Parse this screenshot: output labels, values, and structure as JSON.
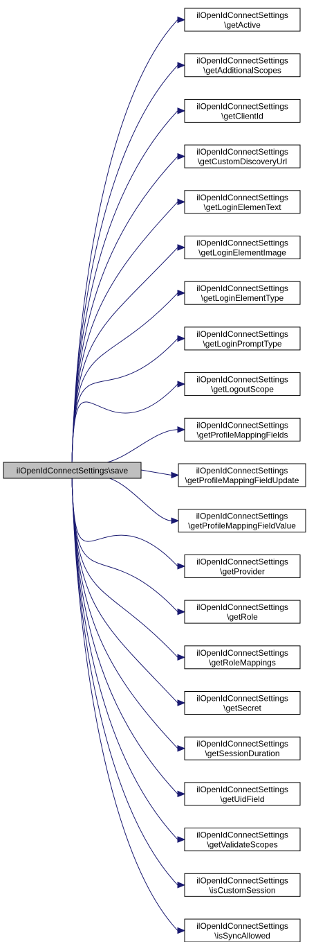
{
  "root": {
    "label": "ilOpenIdConnectSettings\\save"
  },
  "nodes": [
    {
      "id": "getActive",
      "line1": "ilOpenIdConnectSettings",
      "line2": "\\getActive"
    },
    {
      "id": "getAdditionalScopes",
      "line1": "ilOpenIdConnectSettings",
      "line2": "\\getAdditionalScopes"
    },
    {
      "id": "getClientId",
      "line1": "ilOpenIdConnectSettings",
      "line2": "\\getClientId"
    },
    {
      "id": "getCustomDiscoveryUrl",
      "line1": "ilOpenIdConnectSettings",
      "line2": "\\getCustomDiscoveryUrl"
    },
    {
      "id": "getLoginElemenText",
      "line1": "ilOpenIdConnectSettings",
      "line2": "\\getLoginElemenText"
    },
    {
      "id": "getLoginElementImage",
      "line1": "ilOpenIdConnectSettings",
      "line2": "\\getLoginElementImage"
    },
    {
      "id": "getLoginElementType",
      "line1": "ilOpenIdConnectSettings",
      "line2": "\\getLoginElementType"
    },
    {
      "id": "getLoginPromptType",
      "line1": "ilOpenIdConnectSettings",
      "line2": "\\getLoginPromptType"
    },
    {
      "id": "getLogoutScope",
      "line1": "ilOpenIdConnectSettings",
      "line2": "\\getLogoutScope"
    },
    {
      "id": "getProfileMappingFields",
      "line1": "ilOpenIdConnectSettings",
      "line2": "\\getProfileMappingFields"
    },
    {
      "id": "getProfileMappingFieldUpdate",
      "line1": "ilOpenIdConnectSettings",
      "line2": "\\getProfileMappingFieldUpdate"
    },
    {
      "id": "getProfileMappingFieldValue",
      "line1": "ilOpenIdConnectSettings",
      "line2": "\\getProfileMappingFieldValue"
    },
    {
      "id": "getProvider",
      "line1": "ilOpenIdConnectSettings",
      "line2": "\\getProvider"
    },
    {
      "id": "getRole",
      "line1": "ilOpenIdConnectSettings",
      "line2": "\\getRole"
    },
    {
      "id": "getRoleMappings",
      "line1": "ilOpenIdConnectSettings",
      "line2": "\\getRoleMappings"
    },
    {
      "id": "getSecret",
      "line1": "ilOpenIdConnectSettings",
      "line2": "\\getSecret"
    },
    {
      "id": "getSessionDuration",
      "line1": "ilOpenIdConnectSettings",
      "line2": "\\getSessionDuration"
    },
    {
      "id": "getUidField",
      "line1": "ilOpenIdConnectSettings",
      "line2": "\\getUidField"
    },
    {
      "id": "getValidateScopes",
      "line1": "ilOpenIdConnectSettings",
      "line2": "\\getValidateScopes"
    },
    {
      "id": "isCustomSession",
      "line1": "ilOpenIdConnectSettings",
      "line2": "\\isCustomSession"
    },
    {
      "id": "isSyncAllowed",
      "line1": "ilOpenIdConnectSettings",
      "line2": "\\isSyncAllowed"
    }
  ],
  "colors": {
    "edge": "#191970",
    "root_fill": "#bfbfbf",
    "node_fill": "#ffffff",
    "border": "#000000"
  }
}
